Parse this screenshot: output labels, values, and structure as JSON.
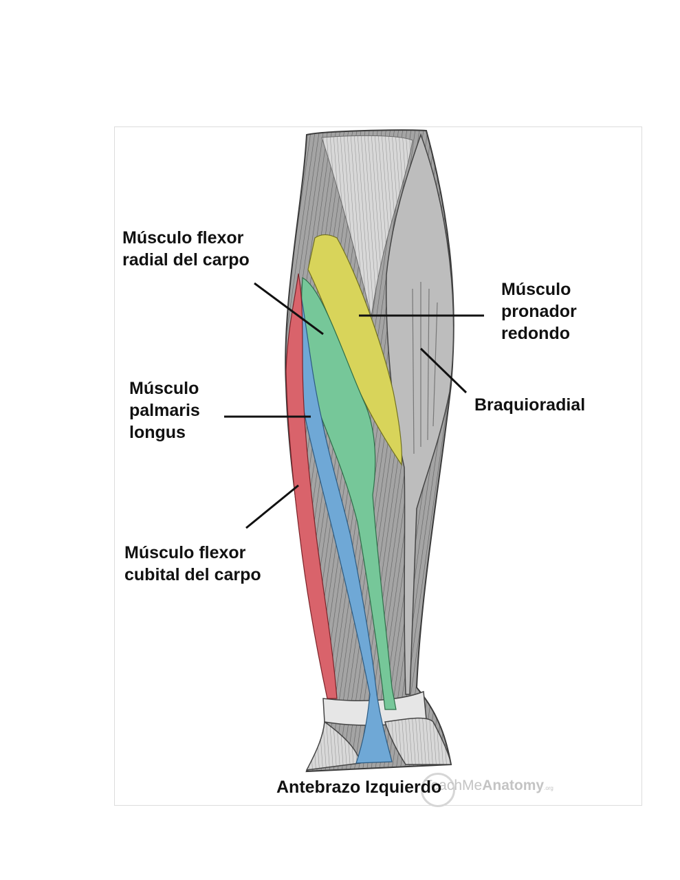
{
  "labels": {
    "flexor_carpi_radialis": "Músculo flexor\nradial del carpo",
    "pronator_teres": "Músculo\npronador\nredondo",
    "brachioradialis": "Braquioradial",
    "palmaris_longus": "Músculo\npalmaris\nlongus",
    "flexor_carpi_ulnaris": "Músculo flexor\ncubital del carpo"
  },
  "caption": "Antebrazo Izquierdo",
  "watermark": {
    "prefix": "Teach",
    "middle": "Me",
    "bold": "Anatomy",
    "suffix": ".org"
  },
  "colors": {
    "flexor_carpi_radialis": "#76c799",
    "pronator_teres": "#d8d45a",
    "palmaris_longus": "#6fa8d6",
    "flexor_carpi_ulnaris": "#d9636b",
    "muscle_gray": "#9a9a9a"
  }
}
